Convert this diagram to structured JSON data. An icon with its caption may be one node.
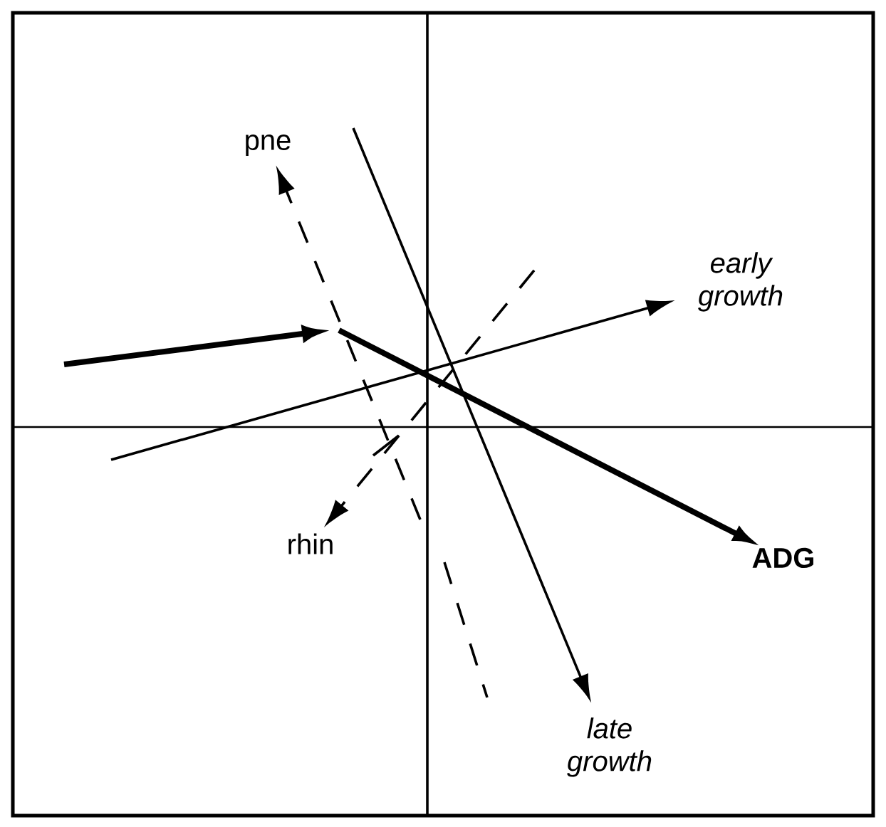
{
  "diagram": {
    "nodes": [
      {
        "text": [
          "pne"
        ]
      },
      {
        "text": [
          "early growth"
        ]
      },
      {
        "text": [
          "rhin"
        ]
      },
      {
        "text": [
          "ADG"
        ]
      },
      {
        "text": [
          "late growth"
        ]
      }
    ],
    "edges": [
      {
        "from": null,
        "to": 0,
        "arrow": "to",
        "style": "dashed"
      },
      {
        "from": null,
        "to": 1,
        "arrow": "to"
      },
      {
        "from": null,
        "to": 2,
        "arrow": "to",
        "style": "dashed"
      },
      {
        "from": null,
        "to": 3,
        "arrow": "to",
        "style": "thick"
      },
      {
        "from": null,
        "to": 4,
        "arrow": "to"
      }
    ]
  }
}
